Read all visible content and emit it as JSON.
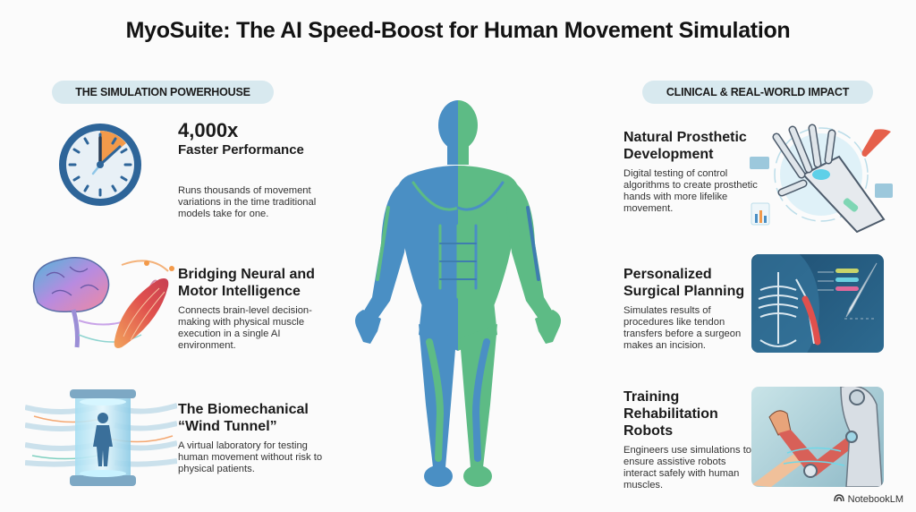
{
  "title": "MyoSuite: The AI Speed-Boost for Human Movement Simulation",
  "left_section": {
    "label": "THE SIMULATION POWERHOUSE",
    "features": [
      {
        "icon": "clock-icon",
        "headline": "4,000x",
        "title": "Faster Performance",
        "description": "Runs thousands of movement variations in the time traditional models take for one."
      },
      {
        "icon": "brain-muscle-icon",
        "title": "Bridging Neural and Motor Intelligence",
        "description": "Connects brain-level decision-making with physical muscle execution in a single AI environment."
      },
      {
        "icon": "wind-tunnel-icon",
        "title": "The Biomechanical “Wind Tunnel”",
        "description": "A virtual laboratory for testing human movement without risk to physical patients."
      }
    ]
  },
  "right_section": {
    "label": "CLINICAL & REAL-WORLD IMPACT",
    "features": [
      {
        "icon": "robotic-hand-icon",
        "title": "Natural Prosthetic Development",
        "description": "Digital testing of control algorithms to create prosthetic hands with more lifelike movement."
      },
      {
        "icon": "skeleton-scalpel-icon",
        "title": "Personalized Surgical Planning",
        "description": "Simulates results of procedures like tendon transfers before a surgeon makes an incision."
      },
      {
        "icon": "rehab-robot-icon",
        "title": "Training Rehabilitation Robots",
        "description": "Engineers use simulations to ensure assistive robots interact safely with human muscles."
      }
    ]
  },
  "center": {
    "icon": "human-muscle-figure-icon"
  },
  "colors": {
    "blue": "#4a8fc4",
    "green": "#5dbb85",
    "accent_orange": "#f39a4a",
    "pill_bg": "#d8e9ef"
  },
  "branding": {
    "label": "NotebookLM"
  }
}
